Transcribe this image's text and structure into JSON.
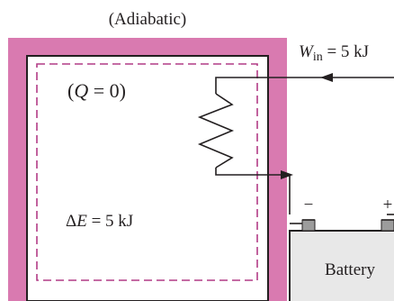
{
  "labels": {
    "adiabatic": "(Adiabatic)",
    "work_symbol": "W",
    "work_subscript": "in",
    "work_value": " = 5 kJ",
    "heat_open": "(",
    "heat_symbol": "Q",
    "heat_value": " = 0)",
    "energy_delta": "Δ",
    "energy_symbol": "E",
    "energy_value": " = 5 kJ",
    "battery": "Battery",
    "terminal_negative": "−",
    "terminal_positive": "+"
  },
  "colors": {
    "insulation": "#d97ab0",
    "boundary_dashed": "#b23c86",
    "line": "#231f20",
    "battery_fill": "#e8e8e8",
    "terminal_fill": "#9c9c9c"
  }
}
